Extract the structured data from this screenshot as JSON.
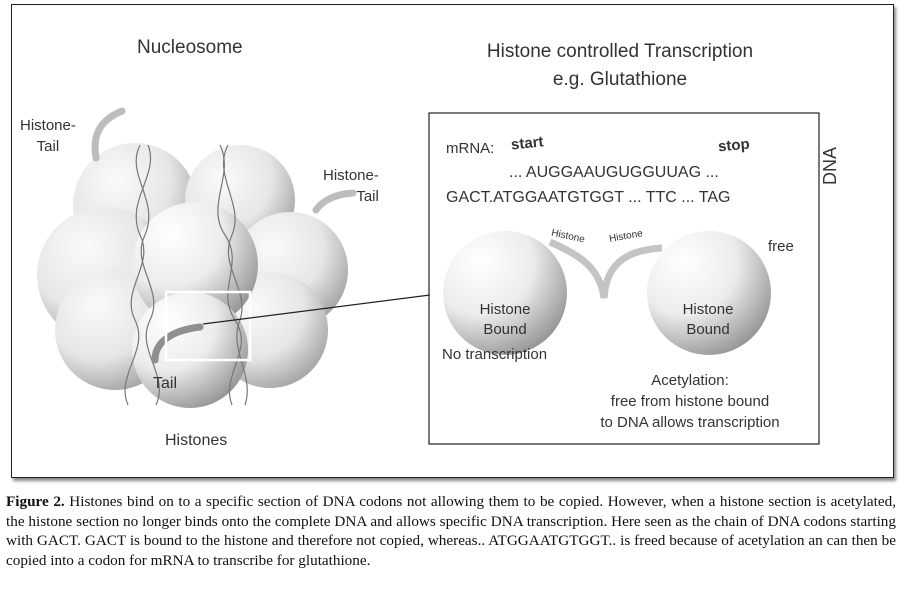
{
  "left_panel": {
    "title": "Nucleosome",
    "histone_tail_left": [
      "Histone-",
      "Tail"
    ],
    "histone_tail_right": [
      "Histone-",
      "Tail"
    ],
    "tail_label": "Tail",
    "histones_label": "Histones"
  },
  "right_panel": {
    "title_line1": "Histone controlled Transcription",
    "title_line2": "e.g. Glutathione",
    "dna_label": "DNA",
    "mrna_label": "mRNA:",
    "start_label": "start",
    "stop_label": "stop",
    "mrna_sequence": "... AUGGAAUGUGGUUAG ...",
    "dna_sequence": "GACT.ATGGAATGTGGT ... TTC ... TAG",
    "tail_label_left": "Histone",
    "tail_label_right": "Histone",
    "free_label": "free",
    "left_sphere": [
      "Histone",
      "Bound"
    ],
    "right_sphere": [
      "Histone",
      "Bound"
    ],
    "no_transcription": "No transcription",
    "acetylation_lines": [
      "Acetylation:",
      "free from histone bound",
      "to DNA allows transcription"
    ]
  },
  "caption": {
    "label": "Figure 2.",
    "text": " Histones bind on to a specific section of DNA codons not allowing them to be copied. However, when a histone section is acetylated, the histone section no longer binds onto the complete DNA and allows specific DNA transcription. Here seen as the chain of DNA codons starting with GACT. GACT is bound to the histone and therefore not copied, whereas.. ATGGAATGTGGT.. is freed because of acetylation an can then be copied into a codon for mRNA to transcribe for glutathione."
  }
}
